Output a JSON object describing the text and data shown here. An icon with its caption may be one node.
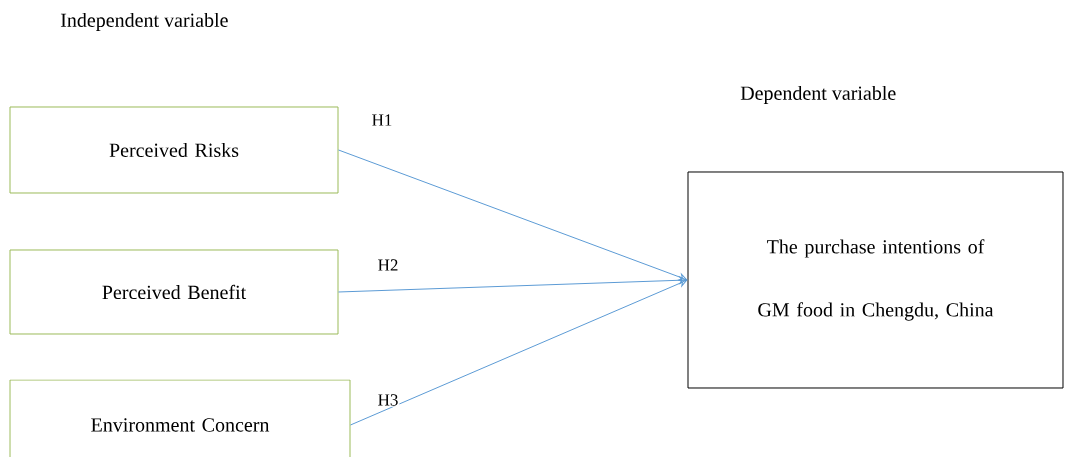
{
  "diagram": {
    "nodes": [
      {
        "text": [
          "Perceived Risks"
        ]
      },
      {
        "text": [
          "Perceived Benefit"
        ]
      },
      {
        "text": [
          "Environment Concern"
        ]
      },
      {
        "text": [
          "The purchase intentions of GM food in Chengdu, China"
        ]
      }
    ],
    "edges": [
      {
        "from": 0,
        "to": 3,
        "arrow": "to",
        "label": "H1"
      },
      {
        "from": 1,
        "to": 3,
        "arrow": "to",
        "label": "H2"
      },
      {
        "from": 2,
        "to": 3,
        "arrow": "to",
        "label": "H3"
      }
    ],
    "labels": [
      "Independent variable",
      "Dependent variable"
    ]
  }
}
